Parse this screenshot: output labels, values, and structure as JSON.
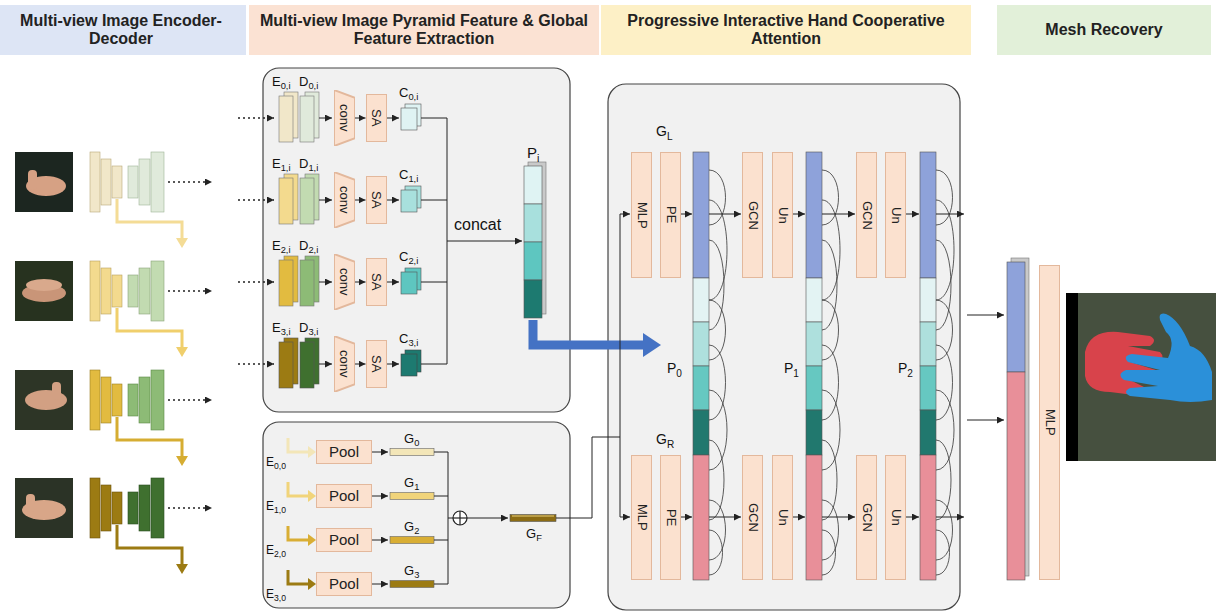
{
  "diagram": {
    "nodes": [
      {
        "text": [
          "Multi-view Image Encoder-Decoder"
        ]
      },
      {
        "text": [
          "Multi-view Image Pyramid Feature & Global Feature Extraction"
        ]
      },
      {
        "text": [
          "Progressive Interactive Hand Cooperative Attention"
        ]
      },
      {
        "text": [
          "Mesh Recovery"
        ]
      },
      {
        "text": [
          "conv"
        ]
      },
      {
        "text": [
          "SA"
        ]
      },
      {
        "text": [
          "conv"
        ]
      },
      {
        "text": [
          "SA"
        ]
      },
      {
        "text": [
          "conv"
        ]
      },
      {
        "text": [
          "SA"
        ]
      },
      {
        "text": [
          "conv"
        ]
      },
      {
        "text": [
          "SA"
        ]
      },
      {
        "text": [
          "Pool"
        ]
      },
      {
        "text": [
          "Pool"
        ]
      },
      {
        "text": [
          "Pool"
        ]
      },
      {
        "text": [
          "Pool"
        ]
      },
      {
        "text": [
          "MLP"
        ]
      },
      {
        "text": [
          "PE"
        ]
      },
      {
        "text": [
          "GCN"
        ]
      },
      {
        "text": [
          "Un"
        ]
      },
      {
        "text": [
          "GCN"
        ]
      },
      {
        "text": [
          "Un"
        ]
      },
      {
        "text": [
          "MLP"
        ]
      },
      {
        "text": [
          "PE"
        ]
      },
      {
        "text": [
          "GCN"
        ]
      },
      {
        "text": [
          "Un"
        ]
      },
      {
        "text": [
          "GCN"
        ]
      },
      {
        "text": [
          "Un"
        ]
      },
      {
        "text": [
          "MLP"
        ]
      }
    ],
    "edges": [
      {
        "from": 4,
        "to": 5,
        "arrow": "to"
      },
      {
        "from": 6,
        "to": 7,
        "arrow": "to"
      },
      {
        "from": 8,
        "to": 9,
        "arrow": "to"
      },
      {
        "from": 10,
        "to": 11,
        "arrow": "to"
      }
    ],
    "labels": [
      "E0,i",
      "D0,i",
      "C0,i",
      "E1,i",
      "D1,i",
      "C1,i",
      "E2,i",
      "D2,i",
      "C2,i",
      "E3,i",
      "D3,i",
      "C3,i",
      "concat",
      "Pi",
      "E0,0",
      "G0",
      "E1,0",
      "G1",
      "E2,0",
      "G2",
      "E3,0",
      "G3",
      "GF",
      "GL",
      "P0",
      "P1",
      "P2",
      "GR"
    ]
  }
}
